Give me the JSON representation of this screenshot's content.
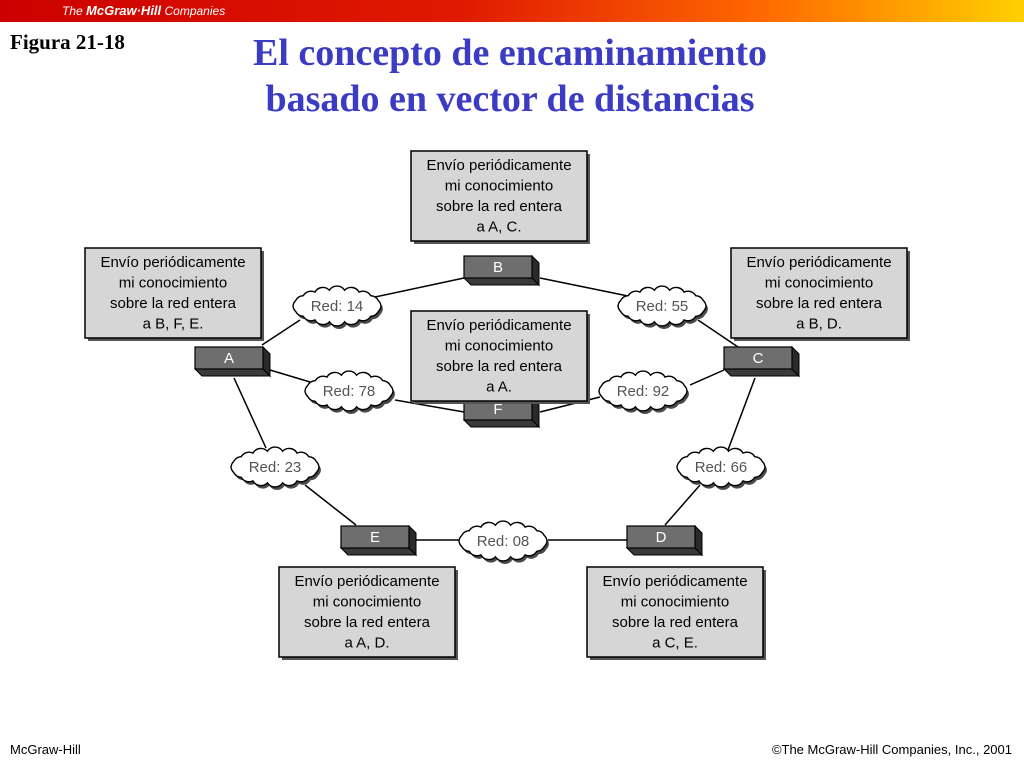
{
  "header": {
    "brand_prefix": "The",
    "brand_name": "McGraw·Hill",
    "brand_suffix": "Companies"
  },
  "figure_label": "Figura 21-18",
  "title": {
    "line1": "El concepto de encaminamiento",
    "line2": "basado en vector de distancias"
  },
  "diagram": {
    "routers": [
      "A",
      "B",
      "C",
      "D",
      "E",
      "F"
    ],
    "networks": [
      "Red: 14",
      "Red: 55",
      "Red: 78",
      "Red: 92",
      "Red: 23",
      "Red: 66",
      "Red: 08"
    ],
    "messages": {
      "B": [
        "Envío periódicamente",
        "mi conocimiento",
        "sobre la red entera",
        "a A, C."
      ],
      "A": [
        "Envío periódicamente",
        "mi conocimiento",
        "sobre la red entera",
        "a B, F, E."
      ],
      "C": [
        "Envío periódicamente",
        "mi conocimiento",
        "sobre la red entera",
        "a B, D."
      ],
      "F": [
        "Envío periódicamente",
        "mi conocimiento",
        "sobre la red entera",
        "a A."
      ],
      "E": [
        "Envío periódicamente",
        "mi conocimiento",
        "sobre la red entera",
        "a A, D."
      ],
      "D": [
        "Envío periódicamente",
        "mi conocimiento",
        "sobre la red entera",
        "a C, E."
      ]
    }
  },
  "footer": {
    "left": "McGraw-Hill",
    "right": "©The McGraw-Hill Companies, Inc., 2001"
  }
}
